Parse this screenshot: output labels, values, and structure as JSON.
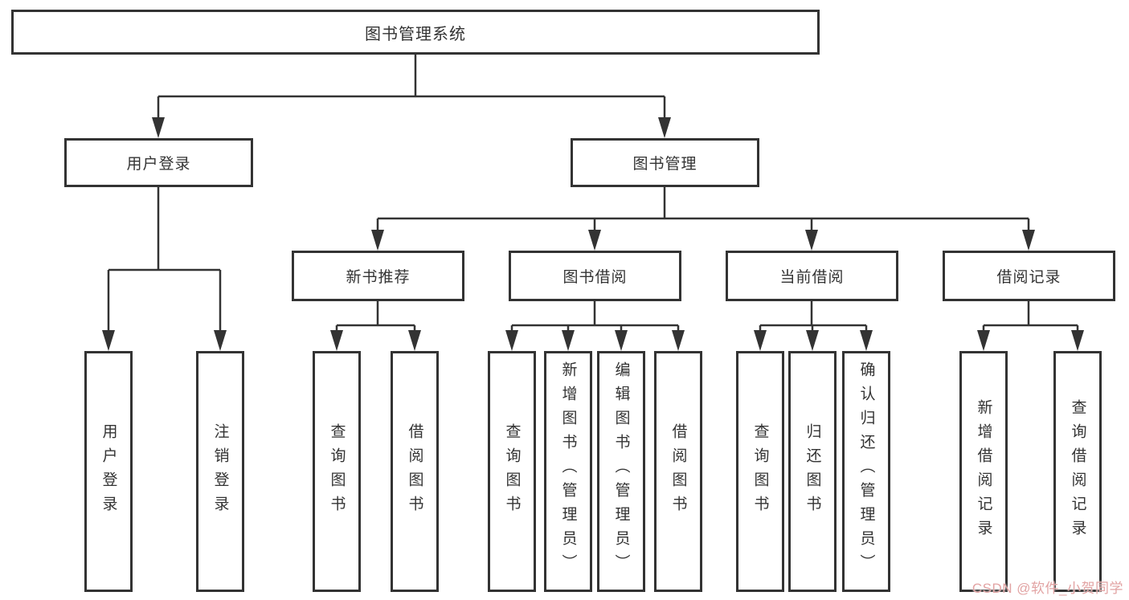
{
  "tree": {
    "root_label": "图书管理系统",
    "branches": [
      {
        "label": "用户登录",
        "leaves": [
          {
            "label": "用户登录"
          },
          {
            "label": "注销登录"
          }
        ]
      },
      {
        "label": "图书管理",
        "groups": [
          {
            "label": "新书推荐",
            "leaves": [
              {
                "label": "查询图书"
              },
              {
                "label": "借阅图书"
              }
            ]
          },
          {
            "label": "图书借阅",
            "leaves": [
              {
                "label": "查询图书"
              },
              {
                "label": "新增图书（管理员）"
              },
              {
                "label": "编辑图书（管理员）"
              },
              {
                "label": "借阅图书"
              }
            ]
          },
          {
            "label": "当前借阅",
            "leaves": [
              {
                "label": "查询图书"
              },
              {
                "label": "归还图书"
              },
              {
                "label": "确认归还（管理员）"
              }
            ]
          },
          {
            "label": "借阅记录",
            "leaves": [
              {
                "label": "新增借阅记录"
              },
              {
                "label": "查询借阅记录"
              }
            ]
          }
        ]
      }
    ]
  },
  "watermark": {
    "text": "CSDN @软件_小贺同学",
    "color": "#e2a3a3"
  },
  "colors": {
    "background": "#ffffff",
    "line": "#333333",
    "box_border": "#333333",
    "box_fill": "#ffffff",
    "text": "#333333"
  }
}
